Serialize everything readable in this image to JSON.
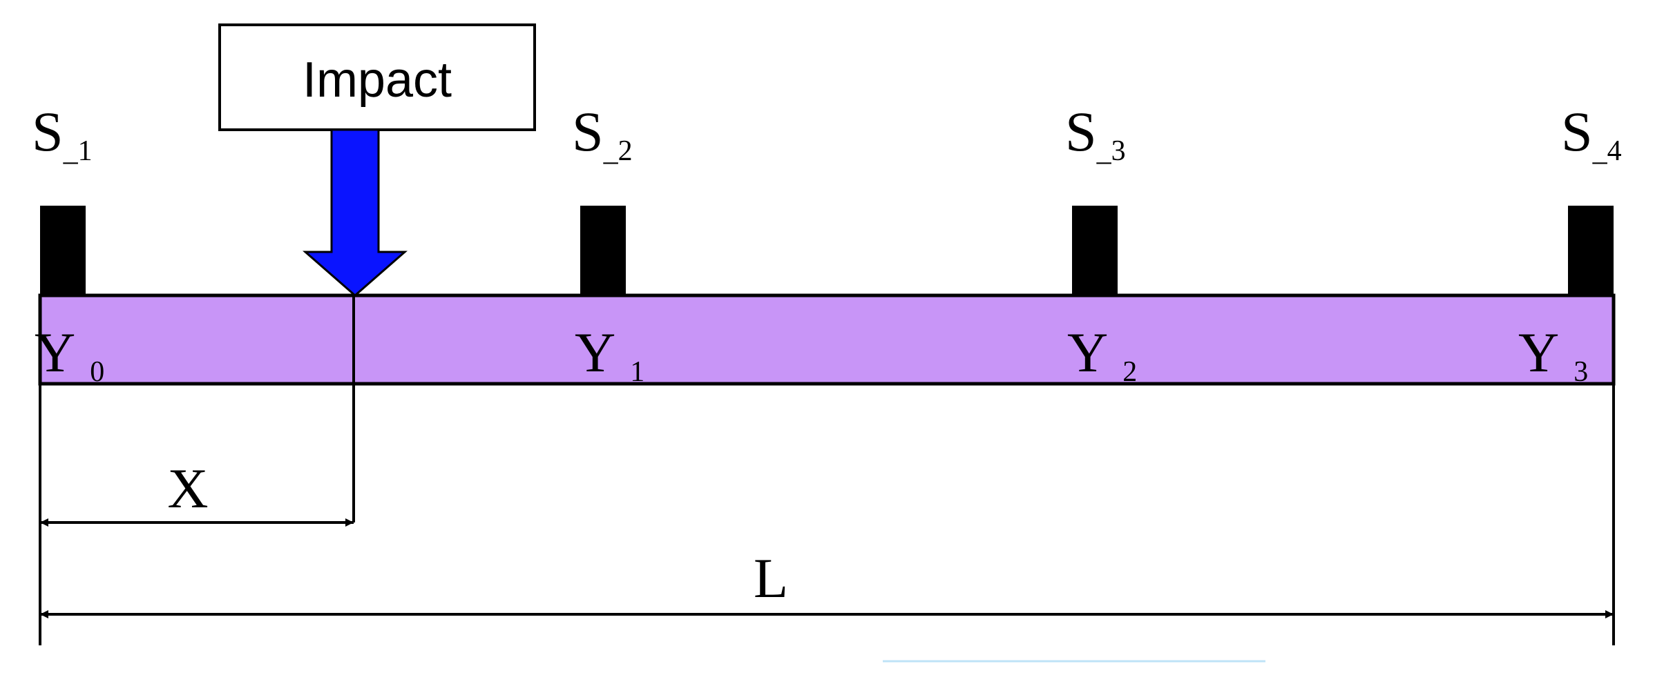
{
  "impact_label": "Impact",
  "sensors": [
    {
      "main": "S",
      "sub": "_1"
    },
    {
      "main": "S",
      "sub": "_2"
    },
    {
      "main": "S",
      "sub": "_3"
    },
    {
      "main": "S",
      "sub": "_4"
    }
  ],
  "points": [
    {
      "main": "Y",
      "sub": "_0"
    },
    {
      "main": "Y",
      "sub": "_1"
    },
    {
      "main": "Y",
      "sub": "_2"
    },
    {
      "main": "Y",
      "sub": "_3"
    }
  ],
  "dimension_x_label": "X",
  "dimension_l_label": "L",
  "colors": {
    "beam_fill": "#c895f7",
    "impact_arrow": "#0a14ff",
    "sensor": "#000000",
    "line": "#000000",
    "faint_line": "#bfe3f7"
  }
}
